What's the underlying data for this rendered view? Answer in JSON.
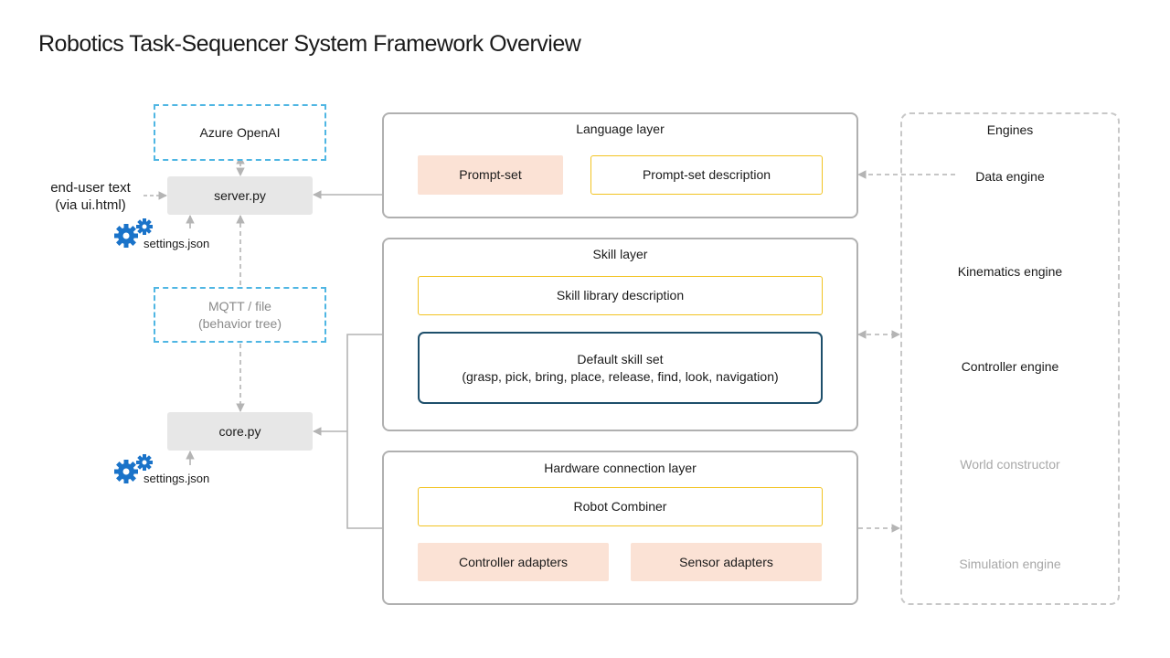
{
  "title": "Robotics Task-Sequencer System Framework Overview",
  "left": {
    "azure": "Azure OpenAI",
    "server": "server.py",
    "user_text_line1": "end-user text",
    "user_text_line2": "(via ui.html)",
    "settings1": "settings.json",
    "mqtt_line1": "MQTT / file",
    "mqtt_line2": "(behavior tree)",
    "core": "core.py",
    "settings2": "settings.json"
  },
  "language_layer": {
    "title": "Language layer",
    "prompt_set": "Prompt-set",
    "prompt_set_description": "Prompt-set description"
  },
  "skill_layer": {
    "title": "Skill layer",
    "library_description": "Skill library description",
    "default_line1": "Default skill set",
    "default_line2": "(grasp, pick, bring, place, release, find, look, navigation)"
  },
  "hardware_layer": {
    "title": "Hardware connection layer",
    "combiner": "Robot Combiner",
    "controller_adapters": "Controller adapters",
    "sensor_adapters": "Sensor adapters"
  },
  "engines": {
    "title": "Engines",
    "items": [
      "Data engine",
      "Kinematics engine",
      "Controller engine",
      "World constructor",
      "Simulation engine"
    ]
  },
  "colors": {
    "blue_dashed": "#4fb6e3",
    "grey_box": "#e7e7e7",
    "peach_box": "#fbe2d5",
    "yellow_border": "#f2c322",
    "teal_border": "#1e4f6b",
    "gear_blue": "#1a73c9",
    "muted_text": "#a8a8a8"
  },
  "icons": [
    "gear-icon"
  ]
}
